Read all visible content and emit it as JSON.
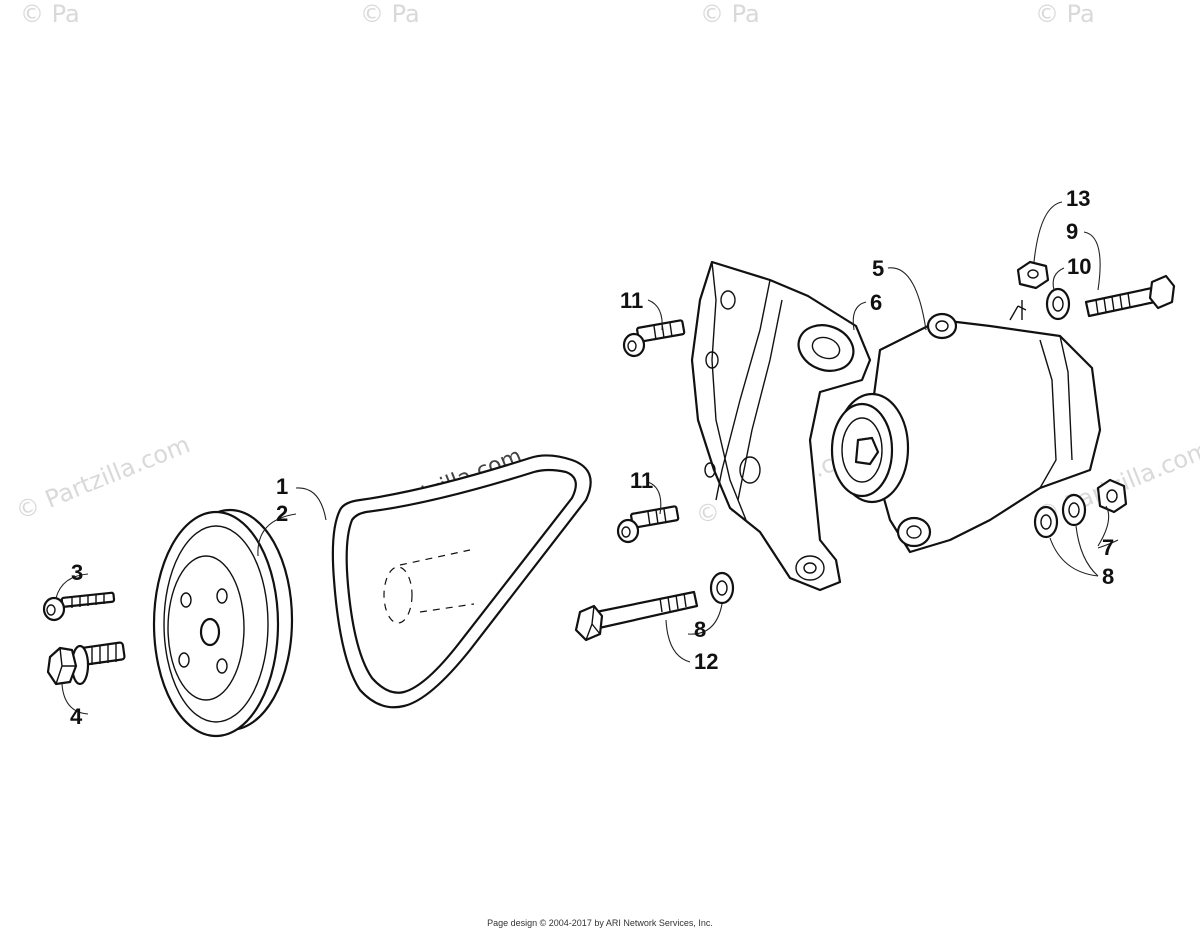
{
  "watermark": {
    "text": "© Partzilla.com",
    "top_row_text": "© Pa",
    "color": "#d9d9d9"
  },
  "callouts": [
    {
      "id": "1",
      "label": "1"
    },
    {
      "id": "2",
      "label": "2"
    },
    {
      "id": "3",
      "label": "3"
    },
    {
      "id": "4",
      "label": "4"
    },
    {
      "id": "5",
      "label": "5"
    },
    {
      "id": "6",
      "label": "6"
    },
    {
      "id": "7",
      "label": "7"
    },
    {
      "id": "8a",
      "label": "8"
    },
    {
      "id": "8b",
      "label": "8"
    },
    {
      "id": "9",
      "label": "9"
    },
    {
      "id": "10",
      "label": "10"
    },
    {
      "id": "11a",
      "label": "11"
    },
    {
      "id": "11b",
      "label": "11"
    },
    {
      "id": "12",
      "label": "12"
    },
    {
      "id": "13",
      "label": "13"
    }
  ],
  "footer": {
    "text": "Page design © 2004-2017 by ARI Network Services, Inc."
  }
}
